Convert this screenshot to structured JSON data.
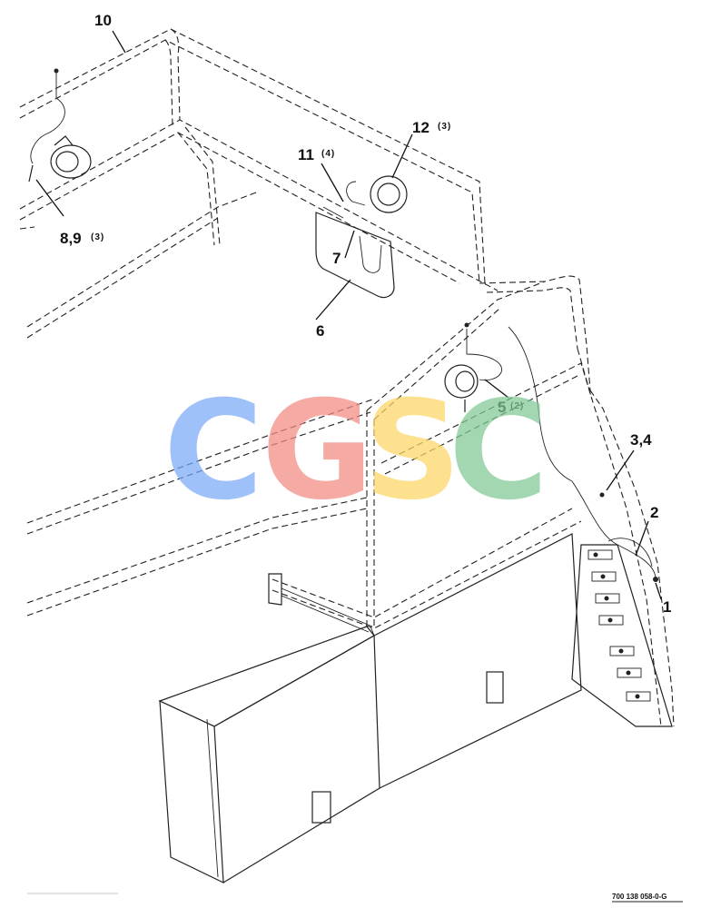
{
  "callouts": [
    {
      "id": "c10",
      "label": "10",
      "qty": ""
    },
    {
      "id": "c12",
      "label": "12",
      "qty": "(3)"
    },
    {
      "id": "c11",
      "label": "11",
      "qty": "(4)"
    },
    {
      "id": "c89",
      "label": "8,9",
      "qty": "(3)"
    },
    {
      "id": "c7",
      "label": "7",
      "qty": ""
    },
    {
      "id": "c6",
      "label": "6",
      "qty": ""
    },
    {
      "id": "c5",
      "label": "5",
      "qty": "(2)"
    },
    {
      "id": "c34",
      "label": "3,4",
      "qty": ""
    },
    {
      "id": "c2",
      "label": "2",
      "qty": ""
    },
    {
      "id": "c1",
      "label": "1",
      "qty": ""
    }
  ],
  "watermark": {
    "letters": [
      "C",
      "G",
      "S",
      "C"
    ],
    "colors": [
      "#7baaf7",
      "#f28b82",
      "#fdd663",
      "#81c995"
    ]
  },
  "drawing_number": "700 138 058-0-G",
  "colors": {
    "line": "#222222",
    "background": "#ffffff"
  }
}
